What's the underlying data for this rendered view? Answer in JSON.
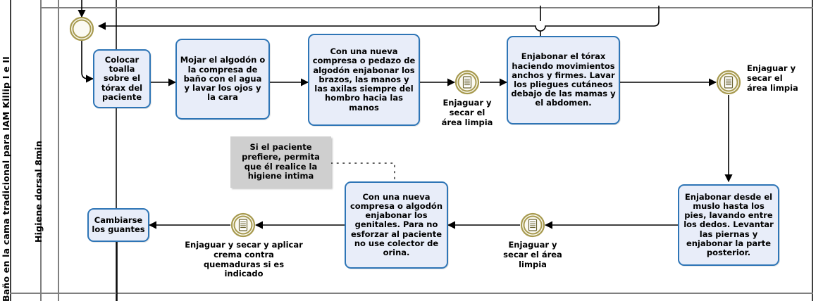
{
  "pool": {
    "title": "Baño en la cama tradicional para IAM Killip I e II",
    "lane": "Higiene dorsal  8min"
  },
  "colors": {
    "task_fill": "#e8edf9",
    "task_stroke": "#2e75b6",
    "note_fill": "#cfcfcf",
    "event_stroke": "#a79a4f",
    "event_fill": "#fbfaf2",
    "connector": "#000000",
    "frame": "#7f7f7f"
  },
  "tasks": [
    {
      "id": "t1",
      "name": "colocar-toalla",
      "label": "Colocar toalla sobre el tórax del paciente"
    },
    {
      "id": "t2",
      "name": "mojar-algodon",
      "label": "Mojar el algodón o la compresa de baño con el agua y lavar los ojos y la cara"
    },
    {
      "id": "t3",
      "name": "enjabonar-brazos",
      "label": "Con una nueva compresa o pedazo de algodón enjabonar los brazos, las manos  y las axilas siempre del hombro hacia las manos"
    },
    {
      "id": "t4",
      "name": "enjabonar-torax",
      "label": "Enjabonar el tórax haciendo movimientos anchos y firmes. Lavar los pliegues cutáneos debajo de las mamas y  el abdomen."
    },
    {
      "id": "t5",
      "name": "enjabonar-muslo-pies",
      "label": "Enjabonar desde el muslo hasta los pies, lavando entre los dedos. Levantar las piernas y enjabonar la parte posterior."
    },
    {
      "id": "t6",
      "name": "enjabonar-genitales",
      "label": "Con una nueva compresa o algodón enjabonar los genitales. Para no esforzar al paciente no use colector de orina."
    },
    {
      "id": "t7",
      "name": "cambiarse-guantes",
      "label": "Cambiarse los guantes"
    }
  ],
  "note": {
    "name": "annotation-higiene-intima",
    "label": "Si el paciente prefiere, permita que él realice la higiene intima"
  },
  "events": [
    {
      "id": "e0",
      "name": "intermediate-event-start-loop",
      "icon": "none-event-icon",
      "caption": ""
    },
    {
      "id": "e1",
      "name": "event-enjaguar-secar-area-limpia-1",
      "icon": "document-event-icon",
      "caption": "Enjaguar y\nsecar el\nárea limpia"
    },
    {
      "id": "e2",
      "name": "event-enjaguar-secar-area-limpia-2",
      "icon": "document-event-icon",
      "caption": "Enjaguar y\nsecar el\nárea limpia"
    },
    {
      "id": "e3",
      "name": "event-enjaguar-secar-area-limpia-3",
      "icon": "document-event-icon",
      "caption": "Enjaguar y\nsecar el área\nlimpia"
    },
    {
      "id": "e4",
      "name": "event-enjaguar-secar-crema",
      "icon": "document-event-icon",
      "caption": "Enjaguar y secar y aplicar\ncrema contra\nquemaduras si es\nindicado"
    }
  ]
}
